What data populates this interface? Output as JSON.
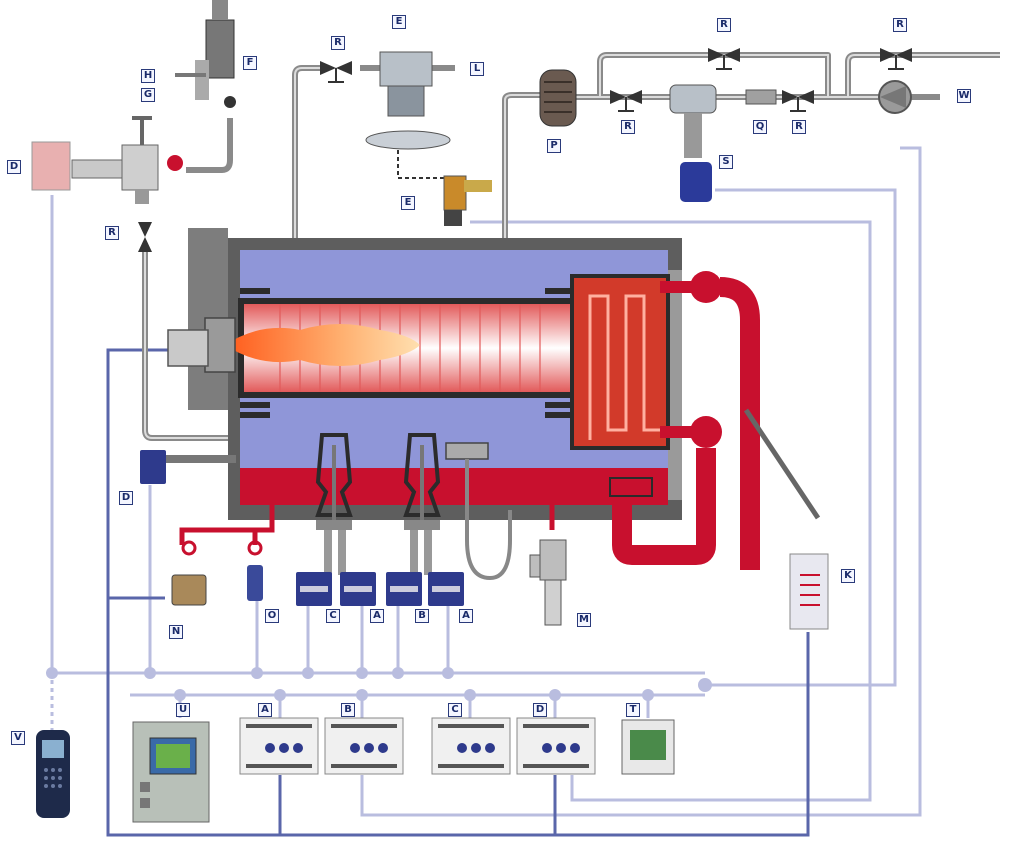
{
  "labels": {
    "safety_valve": "F",
    "valve_g": "G",
    "valve_h": "H",
    "pressure_sensor_top": "D",
    "vent_valve": "R",
    "feed_valve_top": "R",
    "regulator": "E",
    "gas_shutoff": "E",
    "fuel_line": "L",
    "burner_fan": "P",
    "bypass_valve_1": "R",
    "bypass_valve_2": "R",
    "pipe_valve_left": "R",
    "strainer": "Q",
    "pipe_valve_right": "R",
    "control_valve_actuator": "S",
    "pump_w": "W",
    "level_sensor_d": "D",
    "pressure_switch_n": "N",
    "pressure_transmitter_o": "O",
    "probe_c": "C",
    "probe_a1": "A",
    "probe_b": "B",
    "probe_a2": "A",
    "blowdown_m": "M",
    "temp_panel_k": "K",
    "phone_v": "V",
    "panel_u": "U",
    "module_a": "A",
    "module_b": "B",
    "module_c": "C",
    "module_d": "D",
    "display_t": "T"
  },
  "colors": {
    "water": "#c8102e",
    "steam": "#8f96d8",
    "shell": "#6e6e6e",
    "signal": "#b9bddf",
    "signal_dark": "#5a66aa",
    "pipe": "#9a9a9a"
  }
}
